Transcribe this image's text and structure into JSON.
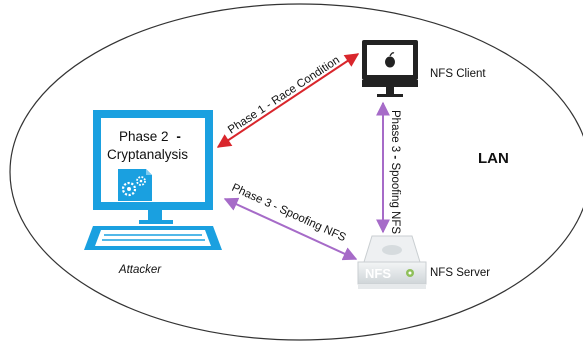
{
  "network": {
    "label": "LAN"
  },
  "attacker": {
    "screen_line1": "Phase 2",
    "screen_dash": "-",
    "screen_line2": "Cryptanalysis",
    "caption": "Attacker"
  },
  "client": {
    "caption": "NFS Client"
  },
  "server": {
    "caption": "NFS Server",
    "badge": "NFS"
  },
  "arrows": {
    "phase1": "Phase 1 - Race Condition",
    "phase3_vertical_pre": "Phase 3",
    "phase3_vertical_dash": "-",
    "phase3_vertical_post": "Spoofing NFS",
    "phase3_diag": "Phase 3 - Spoofing NFS"
  },
  "colors": {
    "lan_outline": "#333333",
    "attacker_blue": "#1aa0e0",
    "race_arrow": "#d9262c",
    "spoof_arrow": "#a66bc8",
    "server_gray": "#dfe3e6"
  }
}
